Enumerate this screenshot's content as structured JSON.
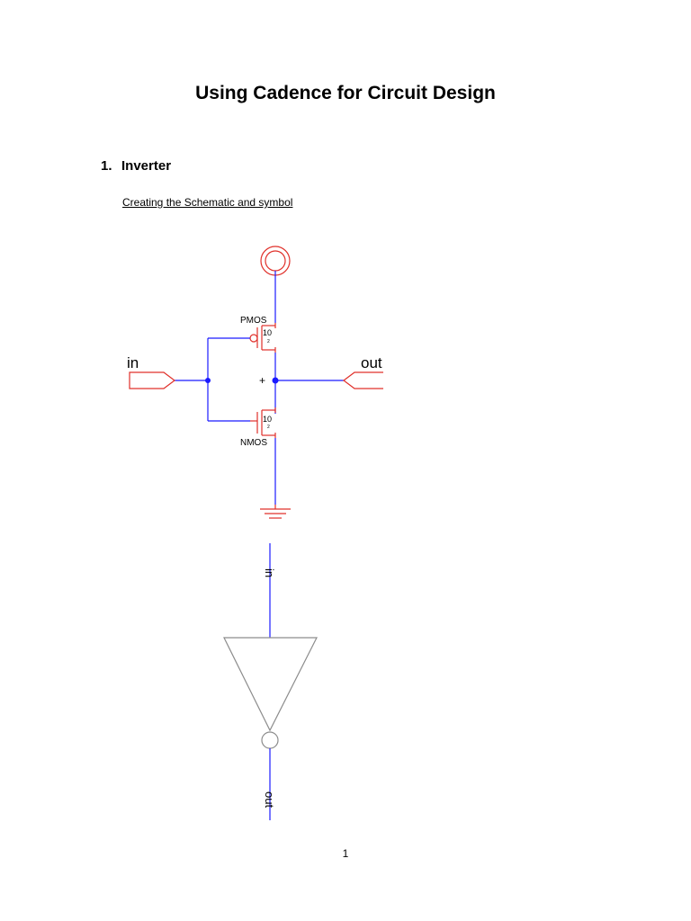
{
  "document": {
    "title": "Using Cadence for Circuit Design",
    "section": {
      "number": "1.",
      "title": "Inverter"
    },
    "subheading": "Creating the Schematic and symbol",
    "page_number": "1"
  },
  "schematic": {
    "pmos_label": "PMOS",
    "nmos_label": "NMOS",
    "pmos_width": "10",
    "pmos_length": "2",
    "nmos_width": "10",
    "nmos_length": "2",
    "input_pin": "in",
    "output_pin": "out",
    "plus_mark": "+"
  },
  "symbol": {
    "input_label": "in",
    "output_label": "out"
  },
  "colors": {
    "wire": "#1a1aff",
    "component": "#e0302a",
    "symbol_body": "#8c8c8c"
  }
}
